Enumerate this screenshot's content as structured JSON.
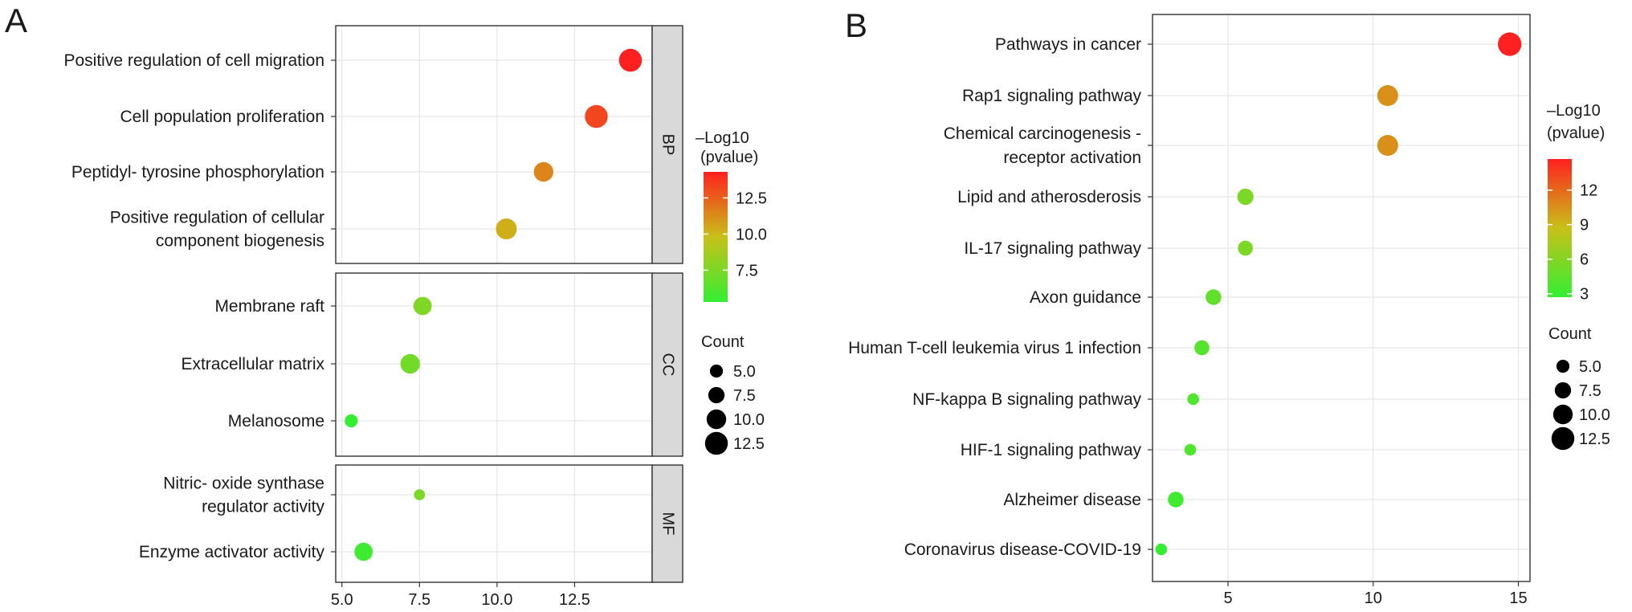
{
  "panels": {
    "a": {
      "letter": "A"
    },
    "b": {
      "letter": "B"
    }
  },
  "chart_data": [
    {
      "type": "scatter",
      "panel": "A",
      "title": "",
      "xlabel": "",
      "ylabel": "",
      "xlim": [
        4.8,
        15.0
      ],
      "xticks": [
        5.0,
        7.5,
        10.0,
        12.5
      ],
      "xtick_labels": [
        "5.0",
        "7.5",
        "10.0",
        "12.5"
      ],
      "grid": true,
      "facets": [
        {
          "strip_label": "BP",
          "categories": [
            "Positive regulation of cell migration",
            "Cell population proliferation",
            "Peptidyl- tyrosine phosphorylation",
            "Positive regulation of cellular component biogenesis"
          ],
          "label_lines": [
            [
              "Positive regulation of cell migration"
            ],
            [
              "Cell population proliferation"
            ],
            [
              "Peptidyl- tyrosine phosphorylation"
            ],
            [
              "Positive regulation of cellular",
              "component biogenesis"
            ]
          ],
          "x": [
            14.3,
            13.2,
            11.5,
            10.3
          ],
          "count": [
            12.5,
            12.5,
            10.0,
            11.0
          ],
          "neg_log10_pvalue": [
            14.3,
            13.2,
            11.5,
            10.3
          ]
        },
        {
          "strip_label": "CC",
          "categories": [
            "Membrane raft",
            "Extracellular matrix",
            "Melanosome"
          ],
          "label_lines": [
            [
              "Membrane raft"
            ],
            [
              "Extracellular matrix"
            ],
            [
              "Melanosome"
            ]
          ],
          "x": [
            7.6,
            7.2,
            5.3
          ],
          "count": [
            9.0,
            10.0,
            5.0
          ],
          "neg_log10_pvalue": [
            7.6,
            7.2,
            5.3
          ]
        },
        {
          "strip_label": "MF",
          "categories": [
            "Nitric- oxide synthase regulator activity",
            "Enzyme activator activity"
          ],
          "label_lines": [
            [
              "Nitric- oxide synthase",
              "regulator activity"
            ],
            [
              "Enzyme activator activity"
            ]
          ],
          "x": [
            7.5,
            5.7
          ],
          "count": [
            3.5,
            9.0
          ],
          "neg_log10_pvalue": [
            7.5,
            5.7
          ]
        }
      ],
      "color_legend": {
        "title_lines": [
          "–Log10",
          "(pvalue)"
        ],
        "range": [
          5.3,
          14.3
        ],
        "ticks": [
          7.5,
          10.0,
          12.5
        ],
        "tick_labels": [
          "7.5",
          "10.0",
          "12.5"
        ],
        "low_color": "#33ee33",
        "mid_color": "#c8c018",
        "high_color": "#ff2020"
      },
      "size_legend": {
        "title": "Count",
        "values": [
          5.0,
          7.5,
          10.0,
          12.5
        ],
        "labels": [
          "5.0",
          "7.5",
          "10.0",
          "12.5"
        ]
      }
    },
    {
      "type": "scatter",
      "panel": "B",
      "title": "",
      "xlabel": "",
      "ylabel": "",
      "xlim": [
        2.4,
        15.4
      ],
      "xticks": [
        5,
        10,
        15
      ],
      "xtick_labels": [
        "5",
        "10",
        "15"
      ],
      "grid": true,
      "categories": [
        "Pathways in cancer",
        "Rap1 signaling pathway",
        "Chemical carcinogenesis - receptor activation",
        "Lipid and atherosderosis",
        "IL-17 signaling pathway",
        "Axon guidance",
        "Human T-cell leukemia virus 1 infection",
        "NF-kappa B signaling pathway",
        "HIF-1 signaling pathway",
        "Alzheimer disease",
        "Coronavirus disease-COVID-19"
      ],
      "label_lines": [
        [
          "Pathways in cancer"
        ],
        [
          "Rap1 signaling pathway"
        ],
        [
          "Chemical carcinogenesis -",
          "receptor activation"
        ],
        [
          "Lipid and atherosderosis"
        ],
        [
          "IL-17 signaling pathway"
        ],
        [
          "Axon guidance"
        ],
        [
          "Human T-cell leukemia virus 1 infection"
        ],
        [
          "NF-kappa B signaling pathway"
        ],
        [
          "HIF-1 signaling pathway"
        ],
        [
          "Alzheimer disease"
        ],
        [
          "Coronavirus disease-COVID-19"
        ]
      ],
      "x": [
        14.7,
        10.5,
        10.5,
        5.6,
        5.6,
        4.5,
        4.1,
        3.8,
        3.7,
        3.2,
        2.7
      ],
      "count": [
        13.0,
        11.0,
        11.0,
        7.5,
        6.5,
        7.0,
        6.5,
        4.0,
        4.0,
        7.0,
        4.0
      ],
      "neg_log10_pvalue": [
        14.7,
        10.5,
        10.5,
        5.6,
        5.6,
        4.5,
        4.1,
        3.8,
        3.7,
        3.2,
        2.7
      ],
      "color_legend": {
        "title_lines": [
          "–Log10",
          "(pvalue)"
        ],
        "range": [
          2.7,
          14.7
        ],
        "ticks": [
          3,
          6,
          9,
          12
        ],
        "tick_labels": [
          "3",
          "6",
          "9",
          "12"
        ],
        "low_color": "#33ee33",
        "mid_color": "#c8c018",
        "high_color": "#ff2020"
      },
      "size_legend": {
        "title": "Count",
        "values": [
          5.0,
          7.5,
          10.0,
          12.5
        ],
        "labels": [
          "5.0",
          "7.5",
          "10.0",
          "12.5"
        ]
      }
    }
  ]
}
